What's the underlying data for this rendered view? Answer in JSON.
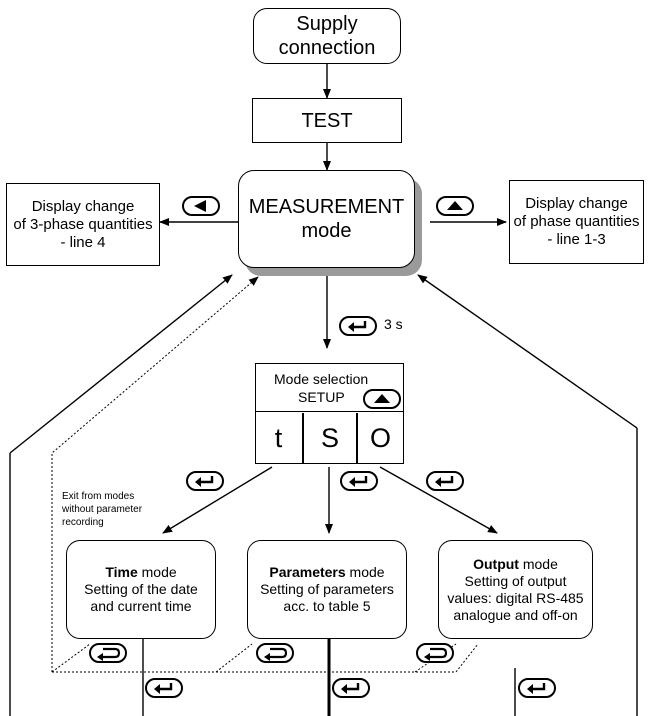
{
  "supply": {
    "line1": "Supply",
    "line2": "connection"
  },
  "test": {
    "label": "TEST"
  },
  "measurement": {
    "line1": "MEASUREMENT",
    "line2": "mode"
  },
  "left_box": {
    "line1": "Display change",
    "line2": "of 3-phase quantities",
    "line3": "- line 4"
  },
  "right_box": {
    "line1": "Display change",
    "line2": "of phase quantities",
    "line3": "- line 1-3"
  },
  "hold_time": "3 s",
  "mode_selection": {
    "line1": "Mode selection",
    "line2": "SETUP"
  },
  "cells": [
    "t",
    "S",
    "O"
  ],
  "exit_note": {
    "line1": "Exit from modes",
    "line2": "without parameter",
    "line3": "recording"
  },
  "modes": [
    {
      "title_bold": "Time",
      "title_rest": " mode",
      "line1": "Setting of the date",
      "line2": "and current time",
      "line3": ""
    },
    {
      "title_bold": "Parameters",
      "title_rest": " mode",
      "line1": "Setting of parameters",
      "line2": "acc. to table 5",
      "line3": ""
    },
    {
      "title_bold": "Output",
      "title_rest": " mode",
      "line1": "Setting of output",
      "line2": "values: digital RS-485",
      "line3": "analogue and off-on"
    }
  ],
  "icons": {
    "left_key": "left-arrow-key-icon",
    "up_key": "up-arrow-key-icon",
    "enter_key": "enter-key-icon",
    "escape_key": "return-escape-key-icon"
  }
}
